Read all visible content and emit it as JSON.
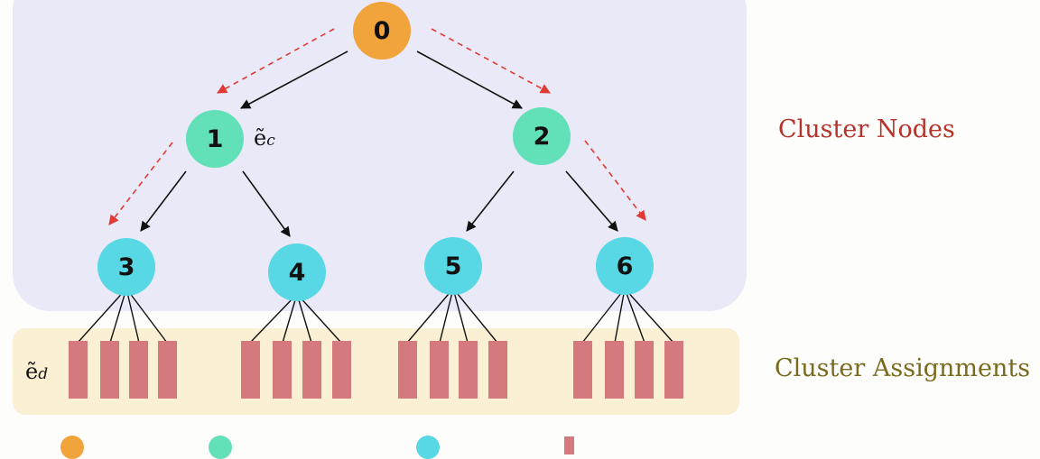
{
  "nodes": {
    "n0": "0",
    "n1": "1",
    "n2": "2",
    "n3": "3",
    "n4": "4",
    "n5": "5",
    "n6": "6"
  },
  "labels": {
    "cluster_nodes": "Cluster Nodes",
    "cluster_assignments": "Cluster Assignments",
    "e_c_base": "ẽ",
    "e_c_sub": "c",
    "e_d_base": "ẽ",
    "e_d_sub": "d"
  },
  "colors": {
    "root_node": "#f1a33c",
    "cluster_node": "#62e0b8",
    "leaf_node": "#58d7e5",
    "assignment_bar": "#d47a7e",
    "path_arrow": "#e03a32",
    "cluster_nodes_label": "#b5332a",
    "cluster_assignments_label": "#7a6a1e"
  }
}
